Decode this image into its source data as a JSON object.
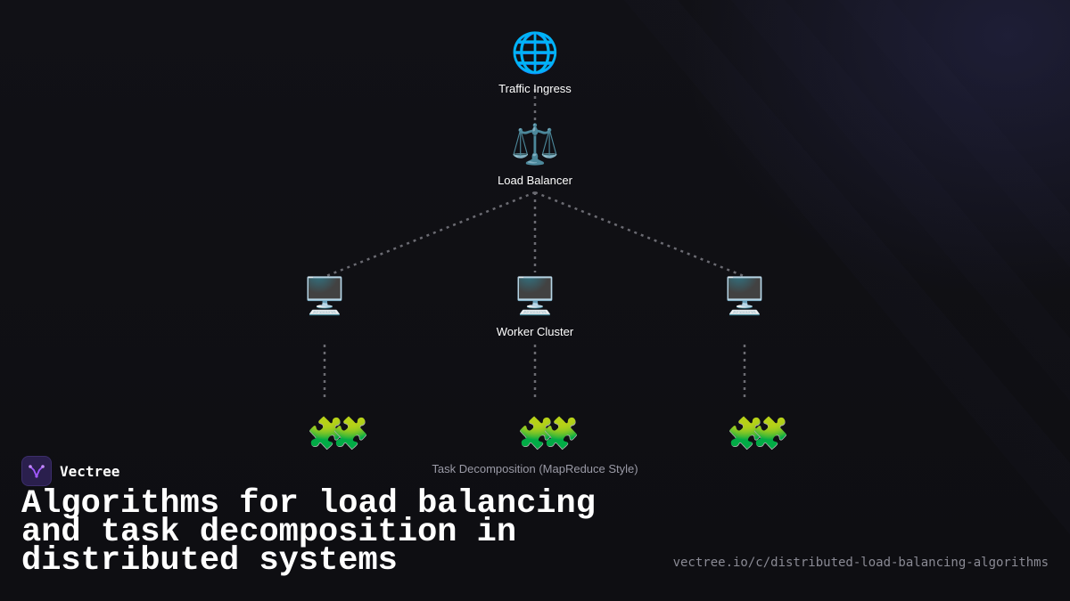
{
  "diagram": {
    "ingress": {
      "icon": "globe-icon",
      "glyph": "🌐",
      "label": "Traffic Ingress"
    },
    "balancer": {
      "icon": "scales-icon",
      "glyph": "⚖️",
      "label": "Load Balancer"
    },
    "workers": [
      {
        "icon": "desktop-computer-icon",
        "glyph": "🖥️",
        "label": ""
      },
      {
        "icon": "desktop-computer-icon",
        "glyph": "🖥️",
        "label": "Worker Cluster"
      },
      {
        "icon": "desktop-computer-icon",
        "glyph": "🖥️",
        "label": ""
      }
    ],
    "tasks": [
      {
        "icon": "puzzle-piece-icon",
        "glyph": "🧩"
      },
      {
        "icon": "puzzle-piece-icon",
        "glyph": "🧩"
      },
      {
        "icon": "puzzle-piece-icon",
        "glyph": "🧩"
      }
    ],
    "caption": "Task Decomposition (MapReduce Style)",
    "line_color": "#6b6b72"
  },
  "brand": {
    "name": "Vectree",
    "logo_color": "#a259ff"
  },
  "title": "Algorithms for load balancing and task decomposition in distributed systems",
  "url": "vectree.io/c/distributed-load-balancing-algorithms"
}
